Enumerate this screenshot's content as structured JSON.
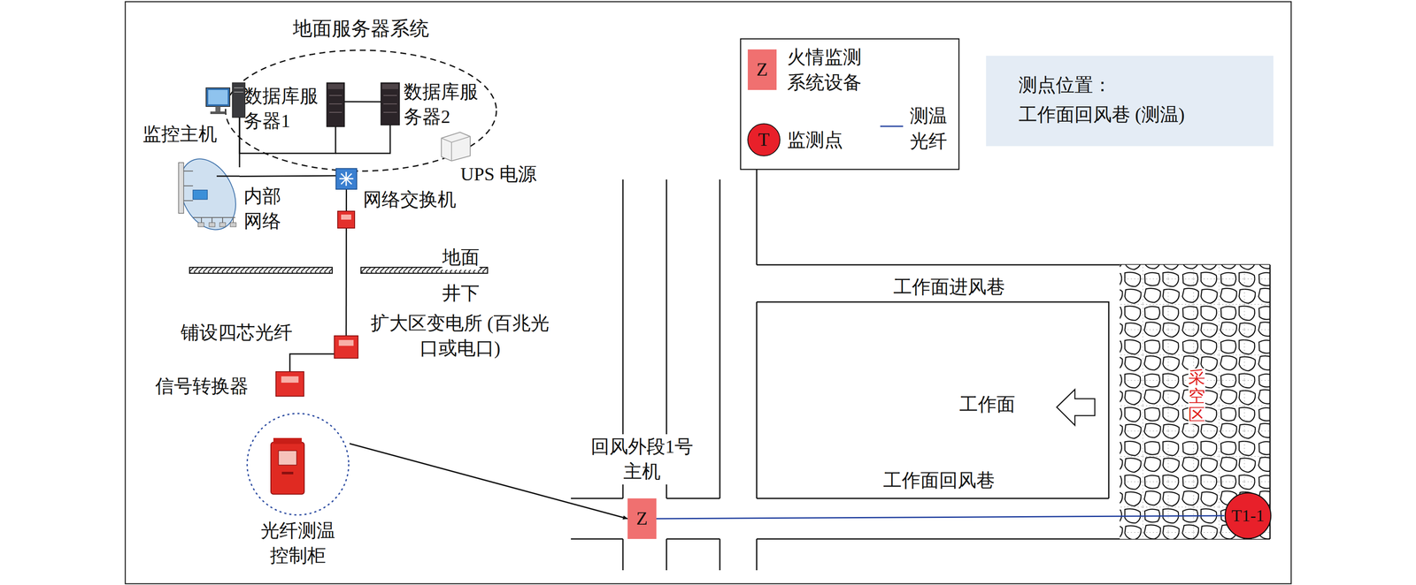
{
  "diagram": {
    "nodes": [
      {
        "text": [
          "地面服务器系统"
        ]
      },
      {
        "text": [
          "数据库服务器1"
        ],
        "in": 0
      },
      {
        "text": [
          "数据库服务器2"
        ],
        "in": 0
      },
      {
        "text": [
          "监控主机"
        ]
      },
      {
        "text": [
          "UPS 电源"
        ]
      },
      {
        "text": [
          "内部网络"
        ]
      },
      {
        "text": [
          "网络交换机"
        ]
      },
      {
        "text": [
          "扩大区变电所 (百兆光口或电口)"
        ]
      },
      {
        "text": [
          "信号转换器"
        ]
      },
      {
        "text": [
          "光纤测温控制柜"
        ]
      },
      {
        "text": [
          "Z",
          "回风外段1号主机"
        ]
      },
      {
        "text": [
          "T1-1"
        ]
      },
      {
        "text": [
          "测点位置：",
          "工作面回风巷 (测温)"
        ]
      }
    ],
    "edges": [
      {
        "from": 3,
        "to": 1,
        "arrow": "none"
      },
      {
        "from": 1,
        "to": 2,
        "arrow": "none"
      },
      {
        "from": 5,
        "to": 6,
        "arrow": "none"
      },
      {
        "from": 6,
        "to": 7,
        "arrow": "none"
      },
      {
        "from": 7,
        "to": 8,
        "arrow": "none"
      },
      {
        "from": 9,
        "to": 10,
        "arrow": "to"
      },
      {
        "from": 10,
        "to": 11,
        "arrow": "none"
      }
    ],
    "labels": [
      "地面",
      "井下",
      "铺设四芯光纤",
      "工作面进风巷",
      "工作面",
      "工作面回风巷",
      "采空区",
      "Z",
      "T"
    ],
    "legend": [
      {
        "text": "火情监测系统设备",
        "color": "#f07070"
      },
      {
        "text": "监测点"
      },
      {
        "text": "测温光纤"
      }
    ]
  }
}
